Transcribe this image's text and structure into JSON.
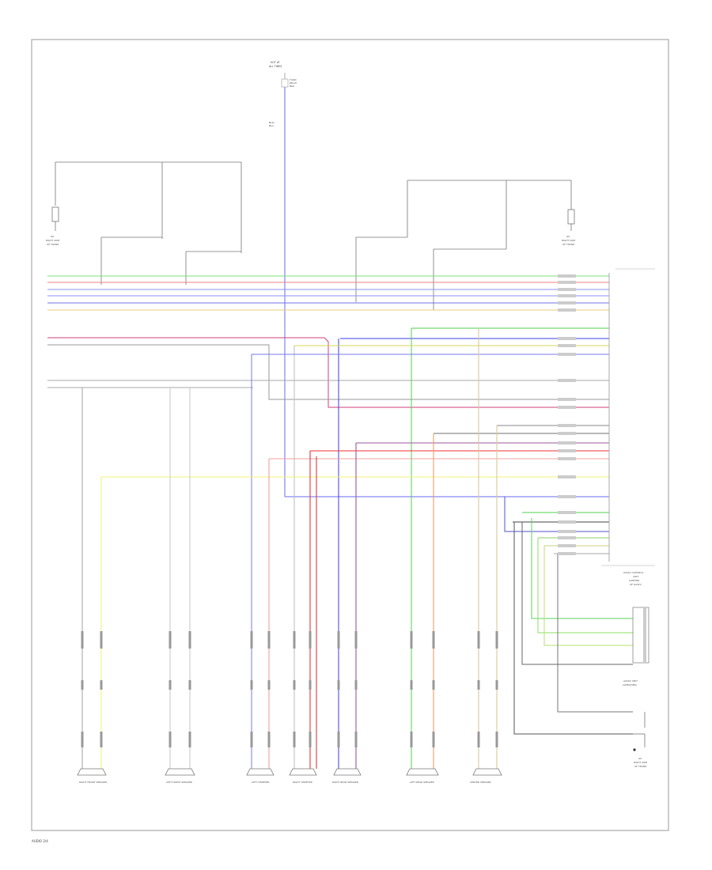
{
  "diagram": {
    "top_fuse": [
      "HOT AT",
      "ALL TIMES"
    ],
    "top_labels": [
      "FUSE/",
      "RELAY",
      "BOX",
      "BLK/",
      "BLU"
    ],
    "speakers": [
      "RIGHT FRONT SPEAKER",
      "LEFT FRONT SPEAKER",
      "LEFT TWEETER",
      "RIGHT TWEETER",
      "RIGHT REAR SPEAKER",
      "LEFT REAR SPEAKER",
      "CENTER SPEAKER"
    ],
    "left_ground": [
      "G0",
      "RIGHT SIDE",
      "OF TRUNK"
    ],
    "right_ground": [
      "G0",
      "RIGHT SIDE",
      "OF TRUNK"
    ],
    "bottom_ground": [
      "G0",
      "RIGHT SIDE",
      "OF TRUNK"
    ],
    "amp_label": [
      "AUDIO UNIT",
      "(AMPLIFIER)"
    ],
    "unit_label": [
      "AUDIO CONTROL",
      "UNIT",
      "(CENTER",
      "OF DASH)"
    ],
    "footer": "AUDIO 2/4"
  }
}
